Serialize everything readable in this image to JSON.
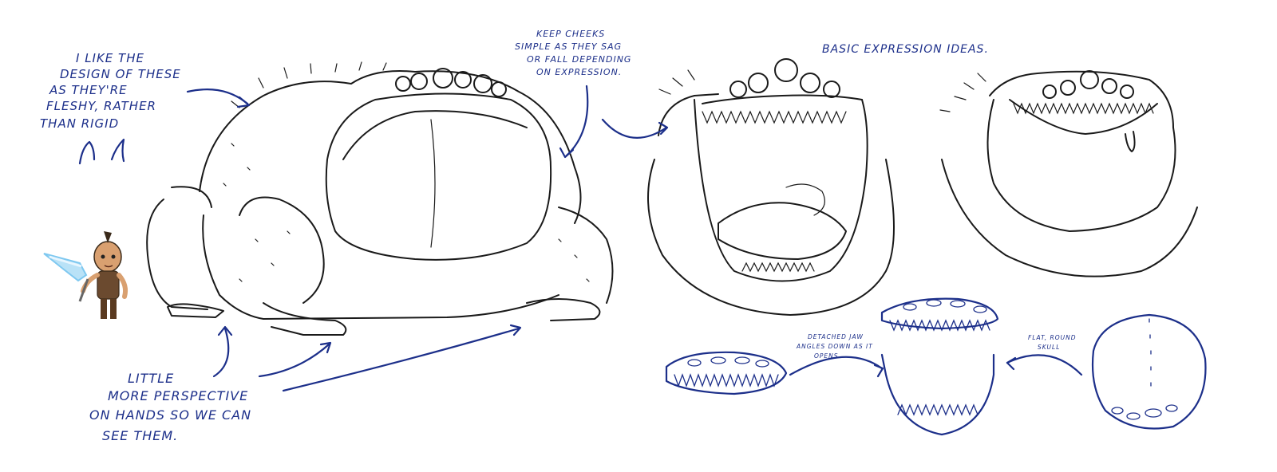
{
  "notes": {
    "design_note": [
      "I LIKE THE",
      "DESIGN OF THESE",
      "AS THEY'RE",
      "FLESHY, RATHER",
      "THAN RIGID"
    ],
    "cheeks_note": [
      "KEEP CHEEKS",
      "SIMPLE AS THEY SAG",
      "OR FALL DEPENDING",
      "ON EXPRESSION."
    ],
    "expression_title": "BASIC EXPRESSION IDEAS.",
    "perspective_note": [
      "LITTLE",
      "MORE PERSPECTIVE",
      "ON HANDS SO WE CAN",
      "SEE THEM."
    ],
    "jaw_note": [
      "DETACHED JAW",
      "ANGLES DOWN AS IT",
      "OPENS"
    ],
    "skull_note": [
      "FLAT, ROUND",
      "SKULL"
    ]
  },
  "colors": {
    "ink": "#1a1a1a",
    "annotation_blue": "#1c2f8a",
    "sword_glow": "#7ec8f0",
    "skin": "#d9a070",
    "leather": "#6b4a2f"
  }
}
